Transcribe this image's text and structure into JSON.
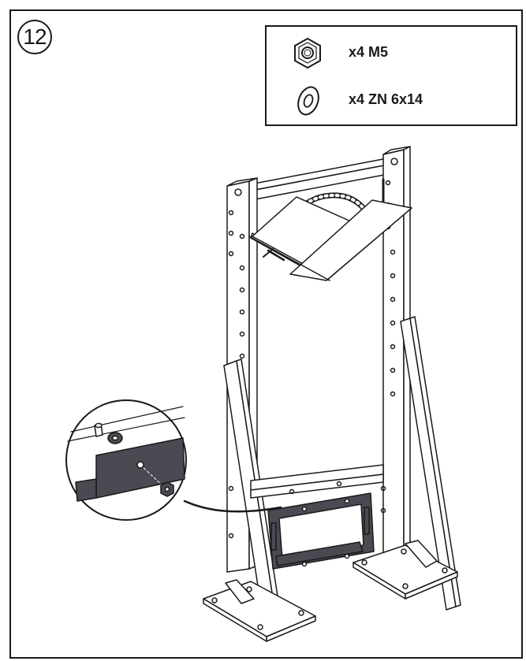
{
  "step": {
    "number": "12"
  },
  "parts": [
    {
      "icon": "hex-nut-icon",
      "label": "x4 M5"
    },
    {
      "icon": "washer-icon",
      "label": "x4 ZN 6x14"
    }
  ],
  "colors": {
    "line": "#1a1a1a",
    "plate_fill": "#4a4a52",
    "background": "#ffffff"
  }
}
